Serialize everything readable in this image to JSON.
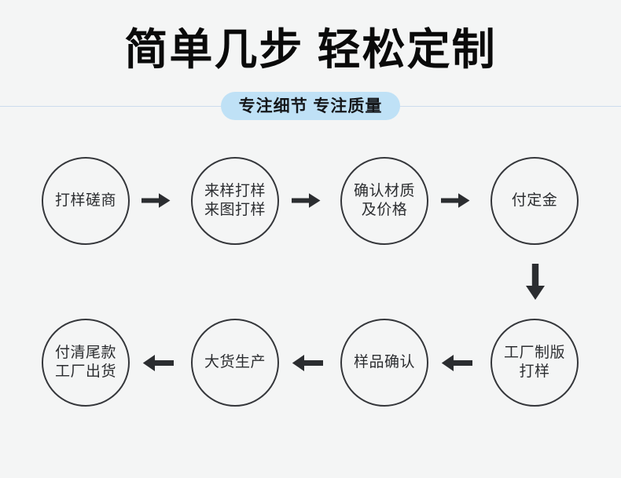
{
  "header": {
    "title": "简单几步 轻松定制",
    "subtitle": "专注细节 专注质量",
    "pill_color": "#bfe1f6",
    "divider_color": "#ccdced"
  },
  "theme": {
    "background": "#f4f5f5",
    "stroke": "#35373b",
    "text": "#2b2d30",
    "arrow": "#2b2d30"
  },
  "flow": {
    "type": "process-flow",
    "rows": 2,
    "steps": [
      {
        "index": 1,
        "label": "打样磋商",
        "row": 1,
        "col": 1
      },
      {
        "index": 2,
        "label": "来样打样\n来图打样",
        "row": 1,
        "col": 2
      },
      {
        "index": 3,
        "label": "确认材质\n及价格",
        "row": 1,
        "col": 3
      },
      {
        "index": 4,
        "label": "付定金",
        "row": 1,
        "col": 4
      },
      {
        "index": 5,
        "label": "工厂制版\n打样",
        "row": 2,
        "col": 4
      },
      {
        "index": 6,
        "label": "样品确认",
        "row": 2,
        "col": 3
      },
      {
        "index": 7,
        "label": "大货生产",
        "row": 2,
        "col": 2
      },
      {
        "index": 8,
        "label": "付清尾款\n工厂出货",
        "row": 2,
        "col": 1
      }
    ],
    "connectors": [
      {
        "from": 1,
        "to": 2,
        "direction": "right"
      },
      {
        "from": 2,
        "to": 3,
        "direction": "right"
      },
      {
        "from": 3,
        "to": 4,
        "direction": "right"
      },
      {
        "from": 4,
        "to": 5,
        "direction": "down"
      },
      {
        "from": 5,
        "to": 6,
        "direction": "left"
      },
      {
        "from": 6,
        "to": 7,
        "direction": "left"
      },
      {
        "from": 7,
        "to": 8,
        "direction": "left"
      }
    ]
  }
}
